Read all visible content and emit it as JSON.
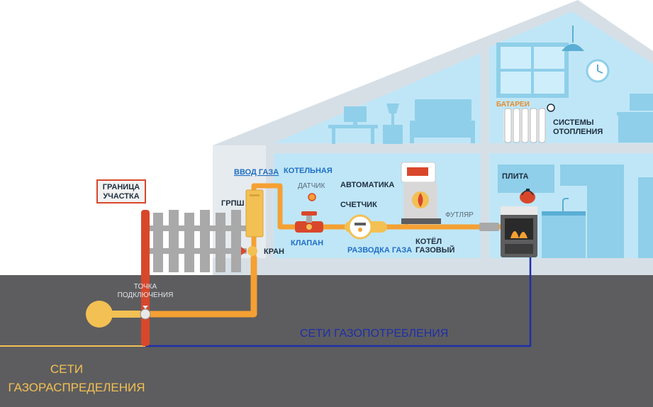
{
  "colors": {
    "wall": "#d7dfe6",
    "room": "#bfe6f7",
    "furniture": "#8fcfe9",
    "ground": "#5d5d5f",
    "fence": "#a9a9a9",
    "pipe_gas_orange": "#f5a033",
    "pipe_gas_red": "#d9472b",
    "line_blue": "#1f2fa8",
    "dist_line": "#f3c053",
    "label_dark": "#1d2e3f",
    "label_blue": "#1f6fc4",
    "label_gold": "#f3c053",
    "label_orange": "#e88b2a"
  },
  "labels": {
    "boundary_line1": "ГРАНИЦА",
    "boundary_line2": "УЧАСТКА",
    "connection_line1": "ТОЧКА",
    "connection_line2": "ПОДКЛЮЧЕНИЯ",
    "gas_input": "ВВОД ГАЗА",
    "grpsh": "ГРПШ",
    "kran": "КРАН",
    "boiler_room": "КОТЕЛЬНАЯ",
    "sensor": "ДАТЧИК",
    "automation": "АВТОМАТИКА",
    "meter": "СЧЕТЧИК",
    "valve": "КЛАПАН",
    "gas_distribution": "РАЗВОДКА ГАЗА",
    "boiler_line1": "КОТЁЛ",
    "boiler_line2": "ГАЗОВЫЙ",
    "sleeve": "ФУТЛЯР",
    "stove": "ПЛИТА",
    "radiators": "БАТАРЕИ",
    "heating_line1": "СИСТЕМЫ",
    "heating_line2": "ОТОПЛЕНИЯ",
    "consumption_networks": "СЕТИ ГАЗОПОТРЕБЛЕНИЯ",
    "distribution_line1": "СЕТИ",
    "distribution_line2": "ГАЗОРАСПРЕДЕЛЕНИЯ"
  },
  "icons": {
    "tank": "gas-tank-icon",
    "grpsh": "gas-regulator-cabinet-icon",
    "valve": "gas-valve-icon",
    "meter": "gas-meter-icon",
    "boiler": "gas-boiler-icon",
    "stove": "gas-stove-icon",
    "radiator": "radiator-icon",
    "kettle": "kettle-icon",
    "lamp": "ceiling-lamp-icon",
    "clock": "wall-clock-icon"
  }
}
